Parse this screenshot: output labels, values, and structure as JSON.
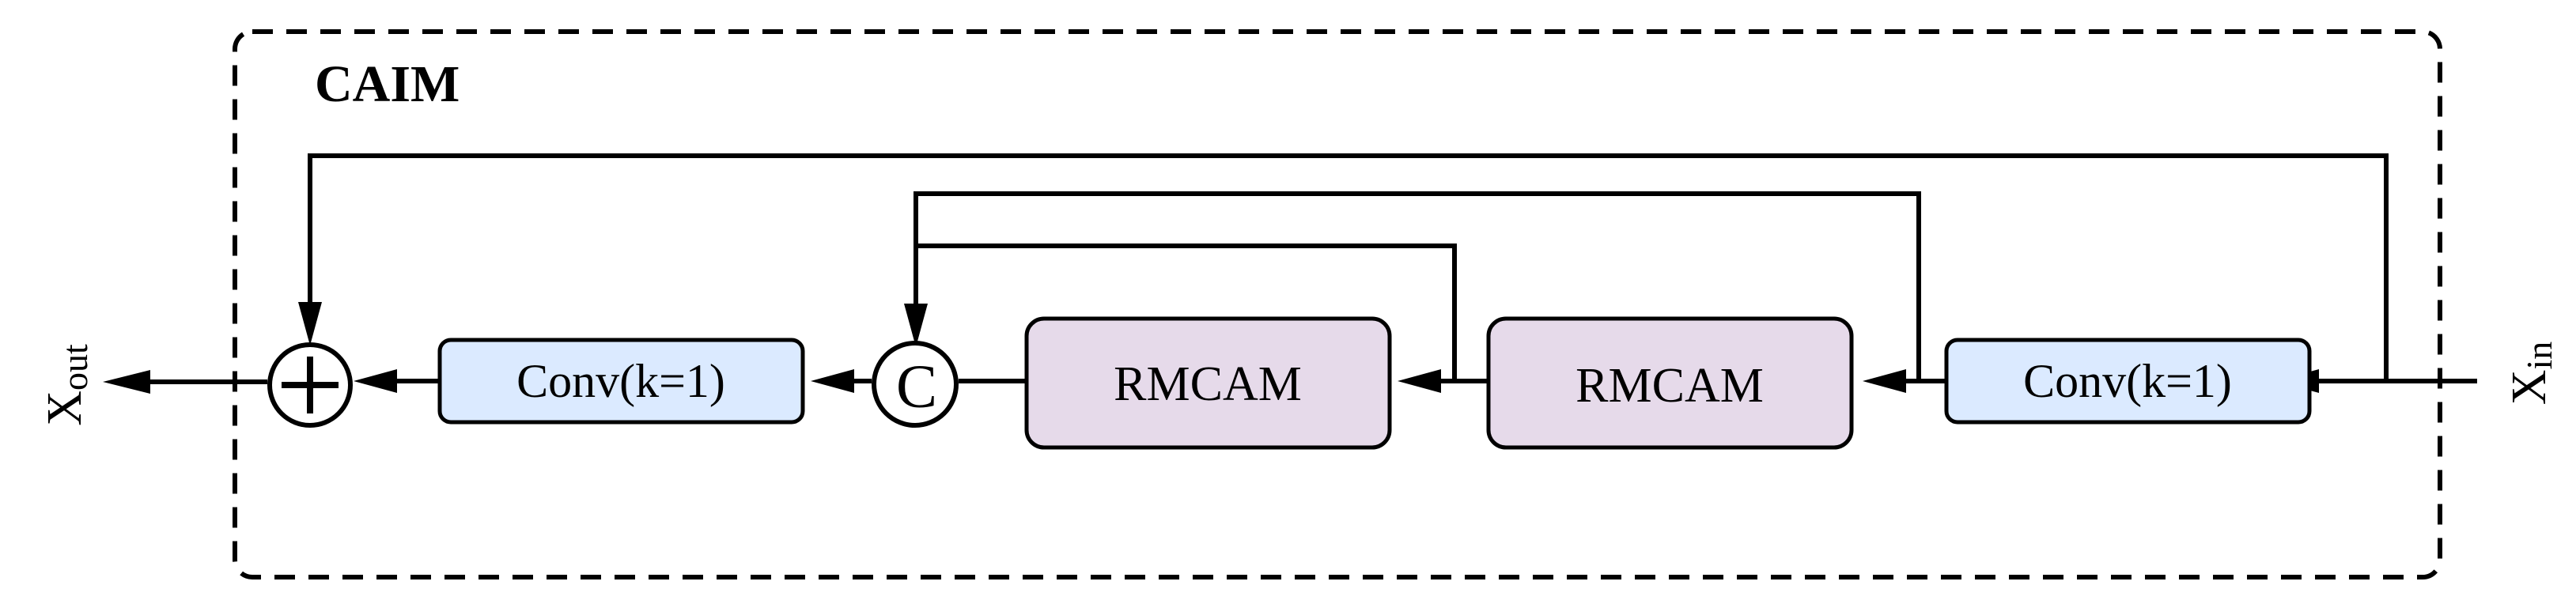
{
  "module": {
    "title": "CAIM"
  },
  "io": {
    "input": {
      "base": "X",
      "sub": "in"
    },
    "output": {
      "base": "X",
      "sub": "out"
    }
  },
  "blocks": {
    "conv_in": "Conv(k=1)",
    "rmcam_2": "RMCAM",
    "rmcam_1": "RMCAM",
    "conv_out": "Conv(k=1)"
  },
  "operators": {
    "concat_symbol": "C"
  },
  "colors": {
    "conv_fill": "#dbeaff",
    "rmcam_fill": "#e6daea",
    "line": "#000000",
    "background": "#ffffff"
  }
}
